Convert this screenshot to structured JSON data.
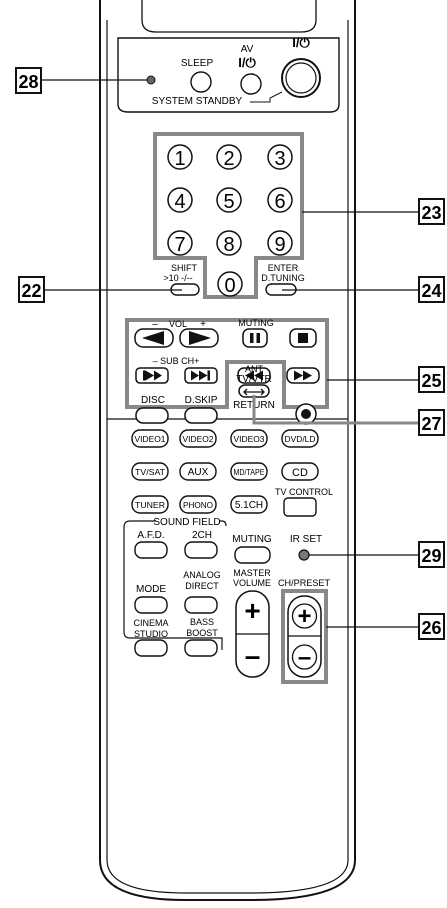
{
  "callouts": [
    "28",
    "23",
    "22",
    "24",
    "25",
    "27",
    "29",
    "26"
  ],
  "top": {
    "sleep": "SLEEP",
    "av": "AV",
    "power_symbol": "I/⏻",
    "system_standby": "SYSTEM STANDBY"
  },
  "numpad": [
    "1",
    "2",
    "3",
    "4",
    "5",
    "6",
    "7",
    "8",
    "9",
    "0"
  ],
  "shift": {
    "label": "SHIFT",
    "sub": ">10  -/--"
  },
  "enter": {
    "label": "ENTER",
    "sub": "D.TUNING"
  },
  "transport": {
    "vol_minus": "–",
    "vol": "VOL",
    "vol_plus": "+",
    "muting": "MUTING",
    "sub_ch": "– SUB CH+",
    "disc": "DISC",
    "dskip": "D.SKIP",
    "ant": "ANT",
    "tvvtr": "TV/VTR",
    "return": "RETURN"
  },
  "inputs_row1": [
    "VIDEO1",
    "VIDEO2",
    "VIDEO3",
    "DVD/LD"
  ],
  "inputs_row2": [
    "TV/SAT",
    "AUX",
    "MD/TAPE",
    "CD"
  ],
  "inputs_row3": [
    "TUNER",
    "PHONO",
    "5.1CH"
  ],
  "tv_control": "TV CONTROL",
  "sound_field": {
    "title": "SOUND FIELD",
    "afd": "A.F.D.",
    "twoch": "2CH",
    "mode": "MODE",
    "analog": [
      "ANALOG",
      "DIRECT"
    ],
    "cinema": [
      "CINEMA",
      "STUDIO"
    ],
    "bass": [
      "BASS",
      "BOOST"
    ]
  },
  "muting2": "MUTING",
  "ir_set": "IR SET",
  "master_volume": [
    "MASTER",
    "VOLUME"
  ],
  "ch_preset": "CH/PRESET",
  "plus": "+",
  "minus": "–"
}
